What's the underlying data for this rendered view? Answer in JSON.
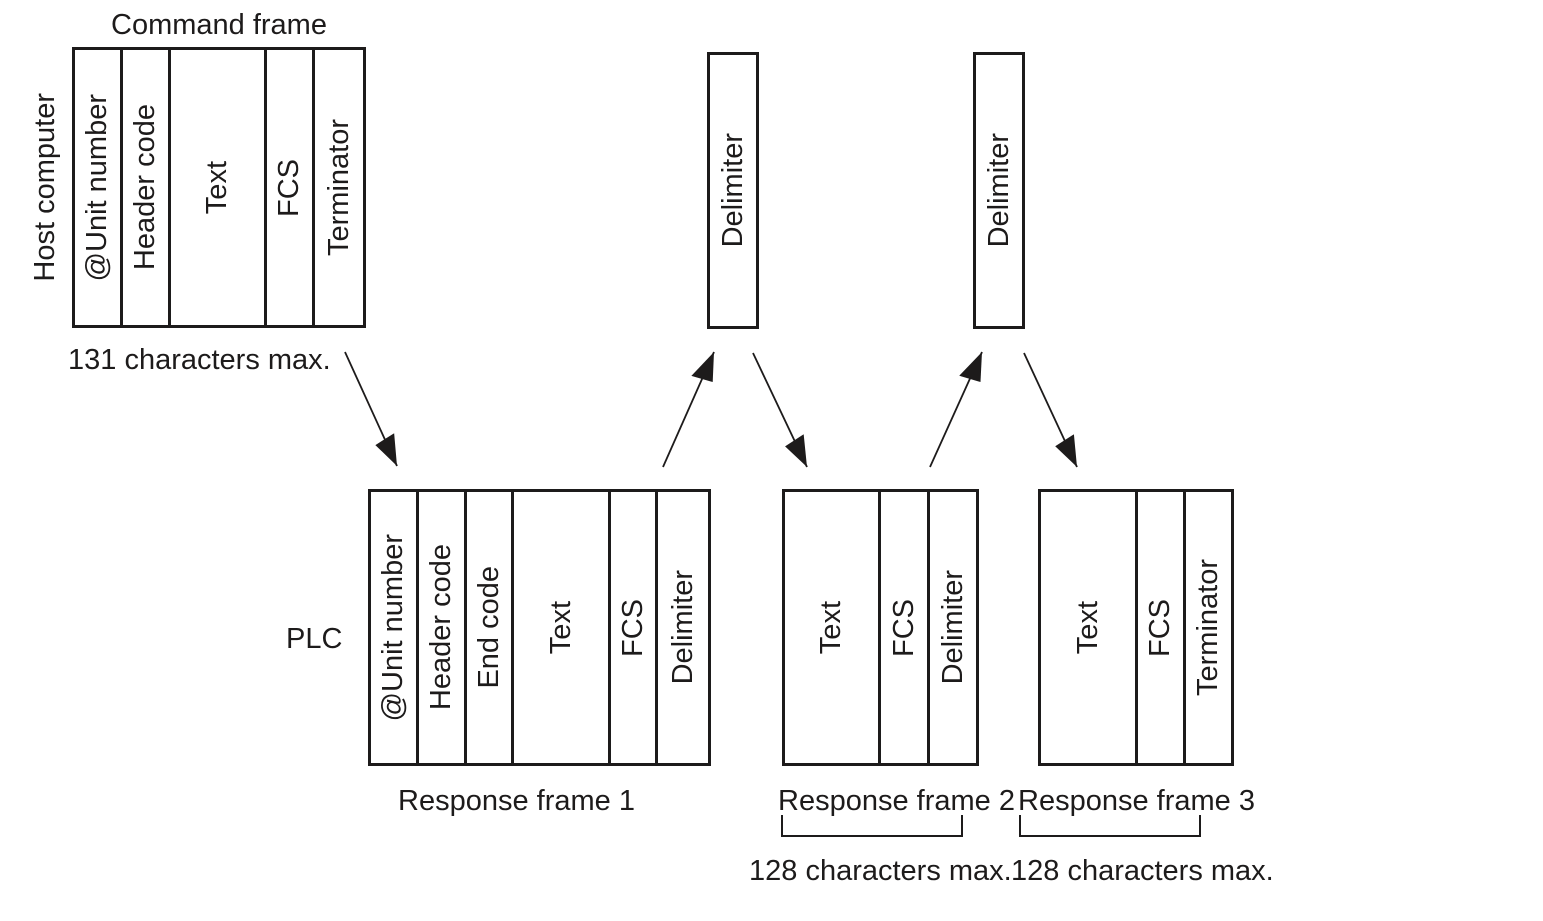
{
  "diagram": {
    "host_label": "Host computer",
    "plc_label": "PLC",
    "command_frame": {
      "title": "Command frame",
      "cells": [
        "@Unit number",
        "Header code",
        "Text",
        "FCS",
        "Terminator"
      ],
      "caption": "131 characters max."
    },
    "delimiters": [
      "Delimiter",
      "Delimiter"
    ],
    "response_frames": [
      {
        "label": "Response frame 1",
        "cells": [
          "@Unit number",
          "Header code",
          "End code",
          "Text",
          "FCS",
          "Delimiter"
        ]
      },
      {
        "label": "Response frame 2",
        "cells": [
          "Text",
          "FCS",
          "Delimiter"
        ],
        "caption": "128 characters max."
      },
      {
        "label": "Response frame 3",
        "cells": [
          "Text",
          "FCS",
          "Terminator"
        ],
        "caption": "128 characters max."
      }
    ],
    "ink_color": "#1d1b1b"
  }
}
